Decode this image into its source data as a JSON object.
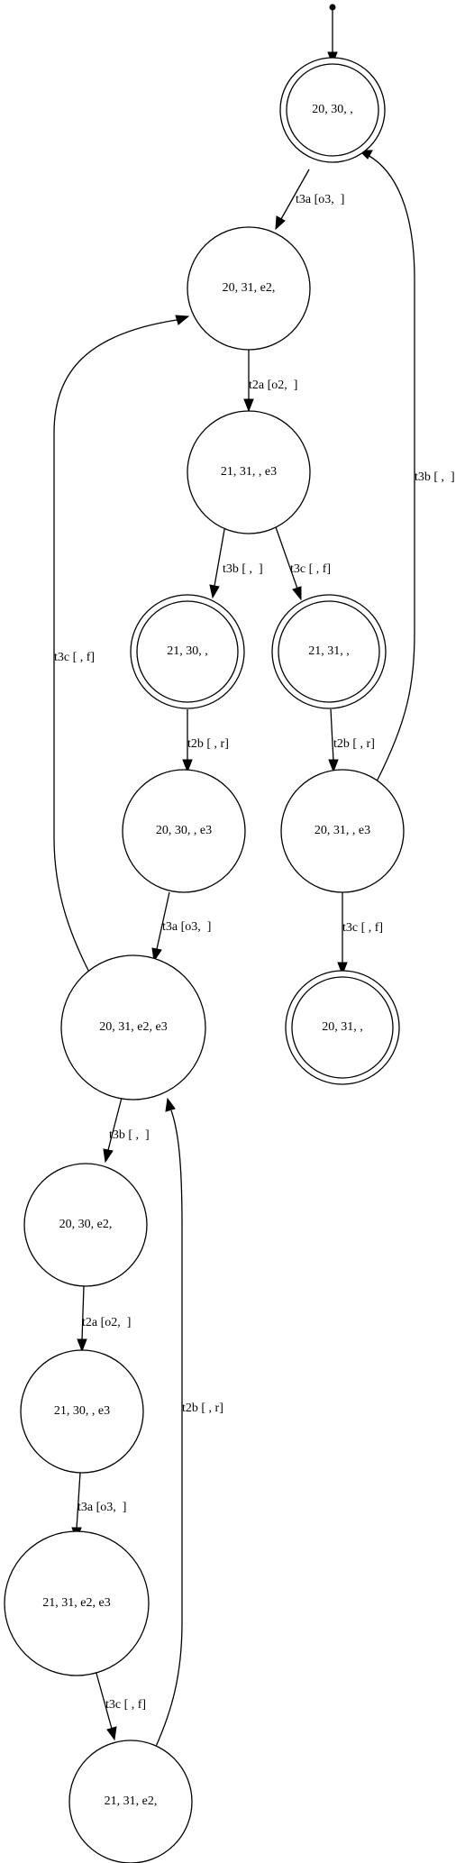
{
  "nodes": {
    "n1": {
      "label": "20, 30, ,",
      "accepting": true
    },
    "n2": {
      "label": "20, 31, e2,",
      "accepting": false
    },
    "n3": {
      "label": "21, 31, , e3",
      "accepting": false
    },
    "n4": {
      "label": "21, 30, ,",
      "accepting": true
    },
    "n5": {
      "label": "21, 31, ,",
      "accepting": true
    },
    "n6": {
      "label": "20, 30, , e3",
      "accepting": false
    },
    "n7": {
      "label": "20, 31, , e3",
      "accepting": false
    },
    "n8": {
      "label": "20, 31, e2, e3",
      "accepting": false
    },
    "n9": {
      "label": "20, 31, ,",
      "accepting": true
    },
    "n10": {
      "label": "20, 30, e2,",
      "accepting": false
    },
    "n11": {
      "label": "21, 30, , e3",
      "accepting": false
    },
    "n12": {
      "label": "21, 31, e2, e3",
      "accepting": false
    },
    "n13": {
      "label": "21, 31, e2,",
      "accepting": false
    }
  },
  "edges": {
    "e_start": {
      "from": "start",
      "to": "n1",
      "label": ""
    },
    "e_n1_n2": {
      "from": "n1",
      "to": "n2",
      "label": "t3a [o3,  ]"
    },
    "e_n2_n3": {
      "from": "n2",
      "to": "n3",
      "label": "t2a [o2,  ]"
    },
    "e_n3_n4": {
      "from": "n3",
      "to": "n4",
      "label": "t3b [ ,  ]"
    },
    "e_n3_n5": {
      "from": "n3",
      "to": "n5",
      "label": "t3c [ , f]"
    },
    "e_n4_n6": {
      "from": "n4",
      "to": "n6",
      "label": "t2b [ , r]"
    },
    "e_n5_n7": {
      "from": "n5",
      "to": "n7",
      "label": "t2b [ , r]"
    },
    "e_n7_n1": {
      "from": "n7",
      "to": "n1",
      "label": "t3b [ ,  ]"
    },
    "e_n6_n8": {
      "from": "n6",
      "to": "n8",
      "label": "t3a [o3,  ]"
    },
    "e_n7_n9": {
      "from": "n7",
      "to": "n9",
      "label": "t3c [ , f]"
    },
    "e_n8_n2": {
      "from": "n8",
      "to": "n2",
      "label": "t3c [ , f]"
    },
    "e_n8_n10": {
      "from": "n8",
      "to": "n10",
      "label": "t3b [ ,  ]"
    },
    "e_n10_n11": {
      "from": "n10",
      "to": "n11",
      "label": "t2a [o2,  ]"
    },
    "e_n11_n12": {
      "from": "n11",
      "to": "n12",
      "label": "t3a [o3,  ]"
    },
    "e_n12_n13": {
      "from": "n12",
      "to": "n13",
      "label": "t3c [ , f]"
    },
    "e_n13_n8": {
      "from": "n13",
      "to": "n8",
      "label": "t2b [ , r]"
    }
  }
}
